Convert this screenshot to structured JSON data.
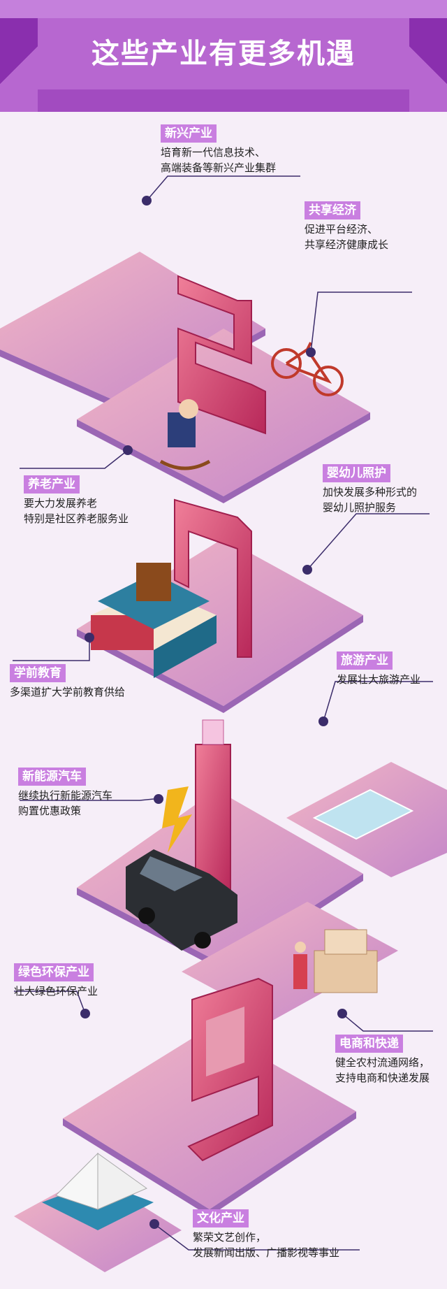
{
  "title": "这些产业有更多机遇",
  "colors": {
    "banner": "#a24bc0",
    "tag": "#c97fe0",
    "platform": "#e7a0b8",
    "digit": "#d3456e",
    "dot": "#3b2c6a"
  },
  "items": [
    {
      "tag": "新兴产业",
      "lines": [
        "培育新一代信息技术、",
        "高端装备等新兴产业集群"
      ]
    },
    {
      "tag": "共享经济",
      "lines": [
        "促进平台经济、",
        "共享经济健康成长"
      ]
    },
    {
      "tag": "养老产业",
      "lines": [
        "要大力发展养老",
        "特别是社区养老服务业"
      ]
    },
    {
      "tag": "婴幼儿照护",
      "lines": [
        "加快发展多种形式的",
        "婴幼儿照护服务"
      ]
    },
    {
      "tag": "学前教育",
      "lines": [
        "多渠道扩大学前教育供给"
      ]
    },
    {
      "tag": "旅游产业",
      "lines": [
        "发展壮大旅游产业"
      ]
    },
    {
      "tag": "新能源汽车",
      "lines": [
        "继续执行新能源汽车",
        "购置优惠政策"
      ]
    },
    {
      "tag": "绿色环保产业",
      "lines": [
        "壮大绿色环保产业"
      ]
    },
    {
      "tag": "电商和快递",
      "lines": [
        "健全农村流通网络，",
        "支持电商和快递发展"
      ]
    },
    {
      "tag": "文化产业",
      "lines": [
        "繁荣文艺创作，",
        "发展新闻出版、广播影视等事业"
      ]
    }
  ]
}
